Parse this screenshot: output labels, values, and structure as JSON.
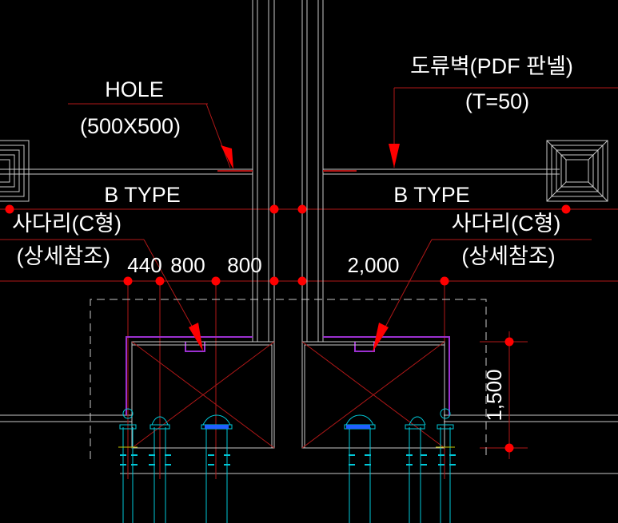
{
  "labels": {
    "hole_title": "HOLE",
    "hole_size": "(500X500)",
    "wall_title": "도류벽(PDF 판넬)",
    "wall_thickness": "(T=50)",
    "type_left": "B TYPE",
    "type_right": "B TYPE",
    "ladder_left": "사다리(C형)",
    "ladder_left_ref": "(상세참조)",
    "ladder_right": "사다리(C형)",
    "ladder_right_ref": "(상세참조)"
  },
  "dimensions": {
    "d1": "440",
    "d2": "800",
    "d3": "800",
    "d4": "2,000",
    "height": "1,500"
  },
  "colors": {
    "background": "#000000",
    "linework": "#c8c8c8",
    "dim_red": "#ff0000",
    "center_red": "#b01818",
    "purple": "#9b30d0",
    "cyan": "#00c8d8",
    "blue": "#2060ff",
    "yellow": "#c8c800",
    "text": "#ffffff"
  }
}
